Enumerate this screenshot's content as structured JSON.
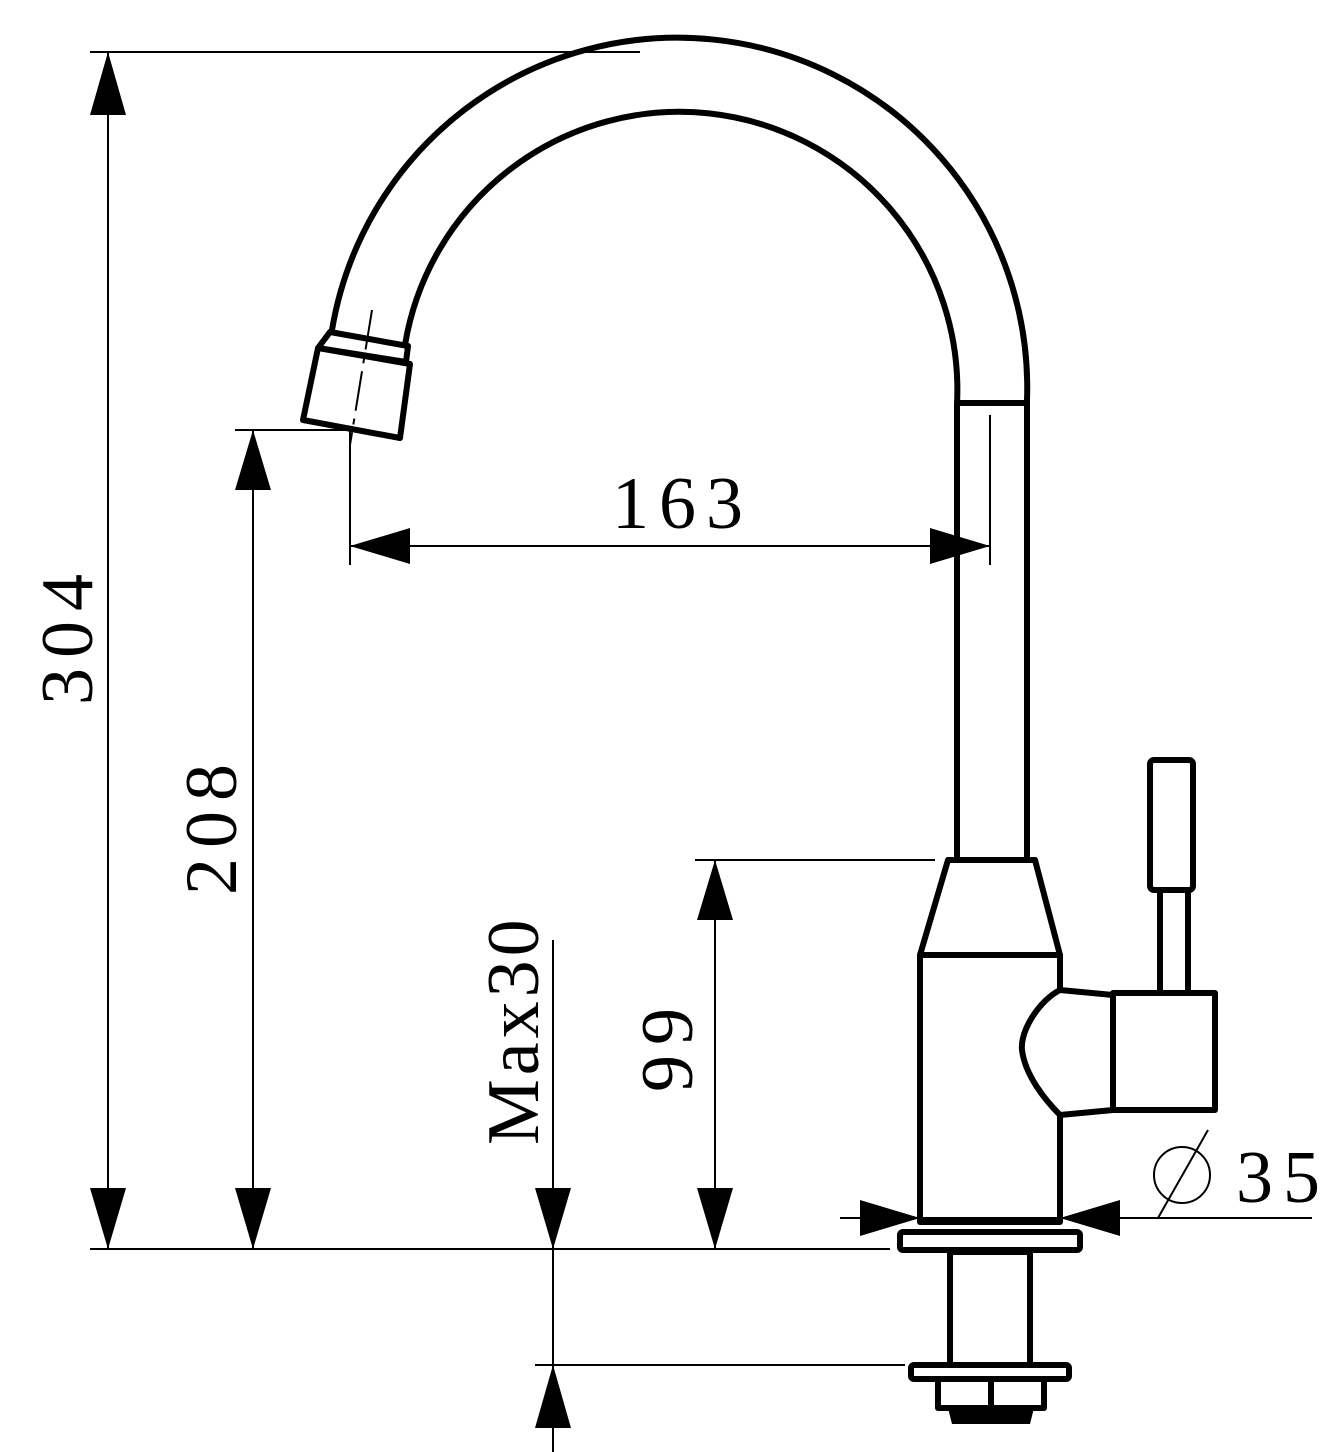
{
  "title": "Faucet dimension drawing",
  "dimensions": {
    "total_height": "304",
    "spout_height": "208",
    "spout_reach": "163",
    "body_height": "99",
    "max_counter_thickness": "Max30",
    "body_diameter": "35"
  },
  "icons": {
    "diameter": "diameter-symbol"
  },
  "colors": {
    "line": "#000000",
    "background": "#ffffff"
  }
}
